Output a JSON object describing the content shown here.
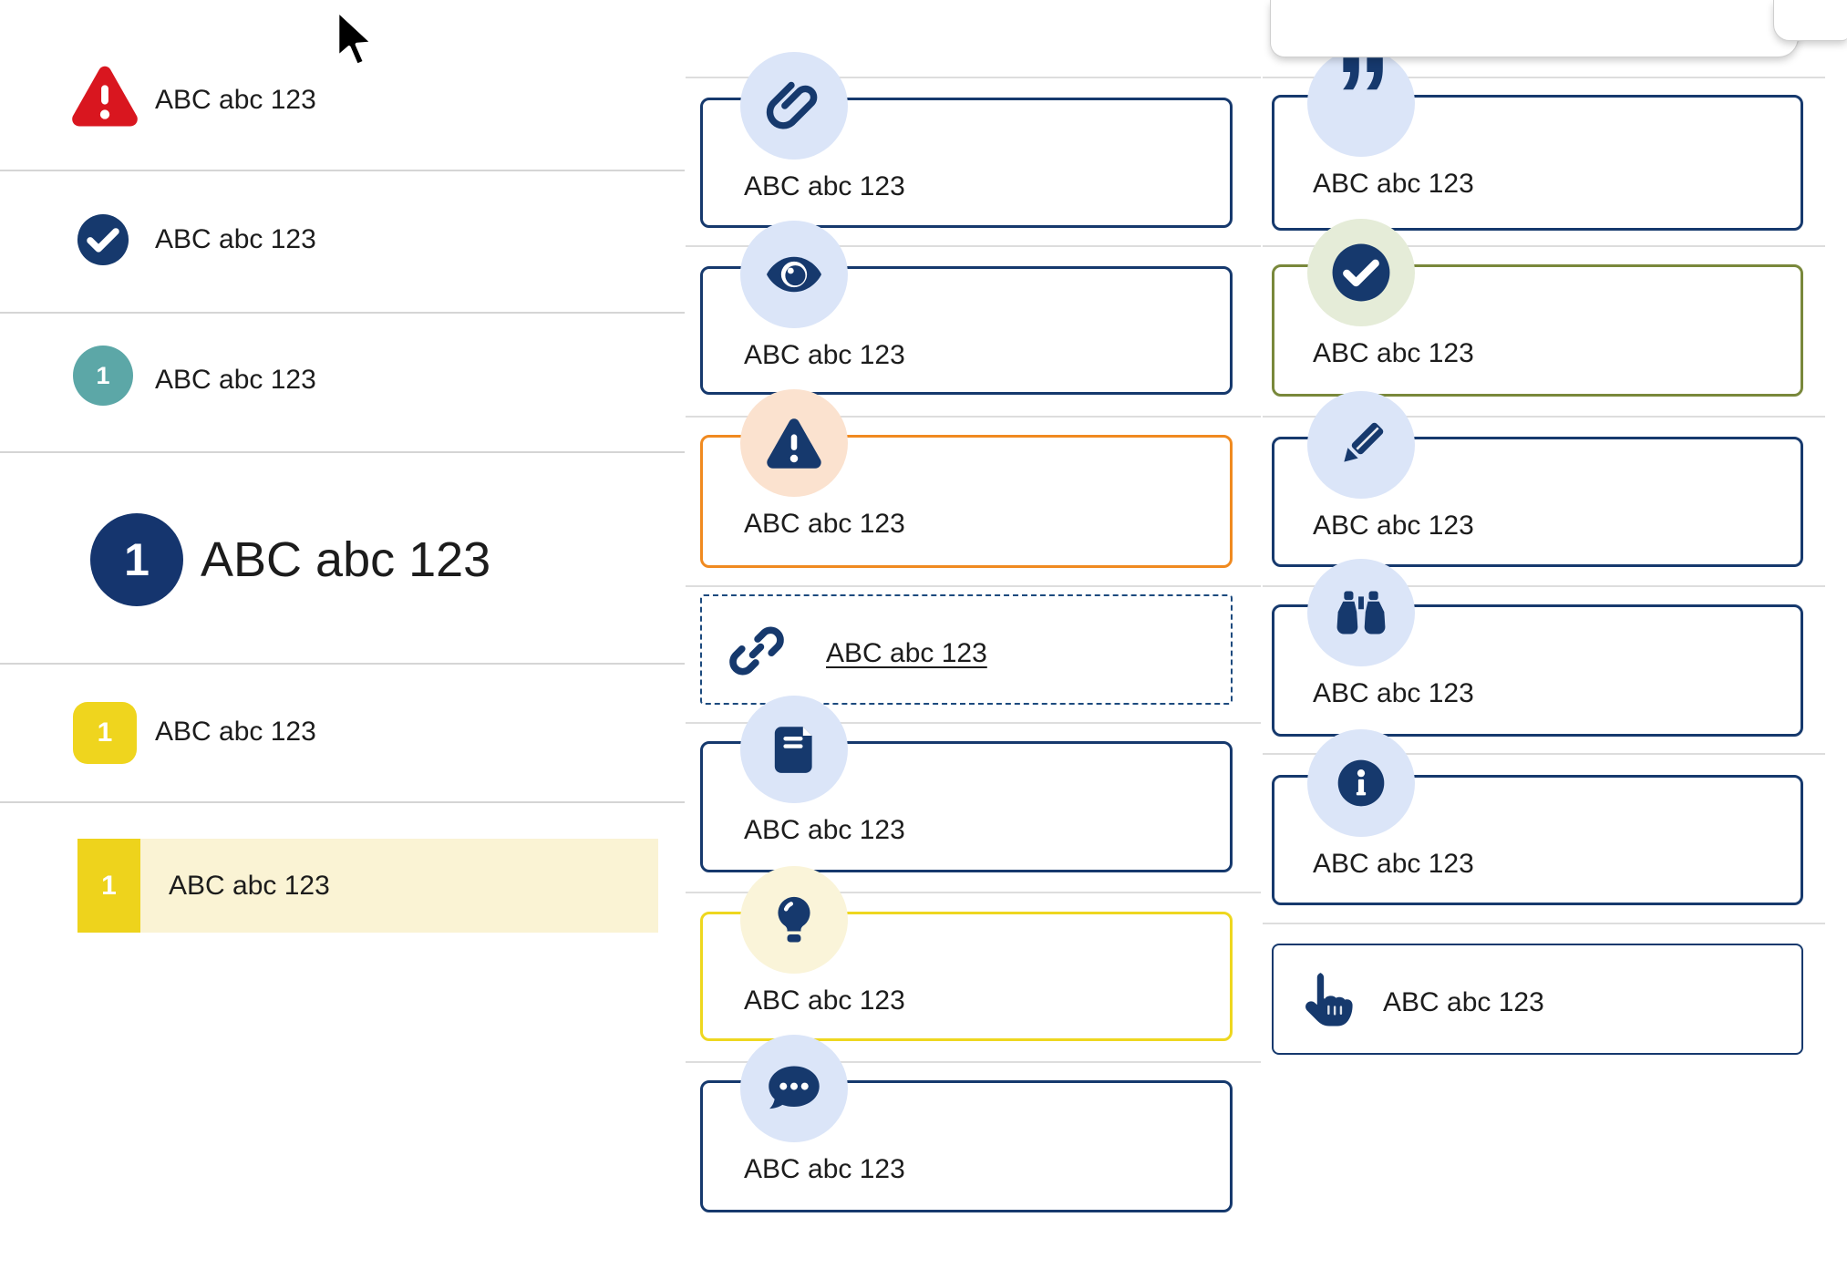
{
  "colors": {
    "navy": "#16396d",
    "red": "#d9161f",
    "teal": "#5ca7a7",
    "yellow_badge": "#efd51e",
    "yellow_border": "#eed71f",
    "orange_border": "#f08a20",
    "olive_border": "#79883b",
    "highlight_band": "#faf3d4",
    "icon_circle_blue": "#dbe5f8",
    "icon_circle_peach": "#fbe2cf",
    "icon_circle_pale_yellow": "#faf4d9",
    "icon_circle_pale_green": "#e5ecd8",
    "divider": "#d5d5d5",
    "text": "#1c1c1c"
  },
  "icons": {
    "quote_glyph": "”"
  },
  "left_list": {
    "items": [
      {
        "icon": "warning-triangle-icon",
        "label": "ABC abc 123"
      },
      {
        "icon": "check-circle-icon",
        "label": "ABC abc 123"
      },
      {
        "icon": "number-badge-teal",
        "badge": "1",
        "label": "ABC abc 123"
      },
      {
        "icon": "number-badge-large-navy",
        "badge": "1",
        "label": "ABC abc 123"
      },
      {
        "icon": "number-badge-yellow",
        "badge": "1",
        "label": "ABC abc 123"
      },
      {
        "icon": "number-badge-yellow-flat",
        "badge": "1",
        "label": "ABC abc 123",
        "highlighted": true
      }
    ]
  },
  "middle_cards": [
    {
      "icon": "paperclip-icon",
      "label": "ABC abc 123",
      "style": "navy"
    },
    {
      "icon": "eye-icon",
      "label": "ABC abc 123",
      "style": "navy"
    },
    {
      "icon": "warning-triangle-icon",
      "label": "ABC abc 123",
      "style": "orange"
    },
    {
      "icon": "link-icon",
      "label": "ABC abc 123",
      "style": "dashed-link"
    },
    {
      "icon": "book-icon",
      "label": "ABC abc 123",
      "style": "navy"
    },
    {
      "icon": "lightbulb-icon",
      "label": "ABC abc 123",
      "style": "yellow"
    },
    {
      "icon": "comment-icon",
      "label": "ABC abc 123",
      "style": "navy"
    }
  ],
  "right_cards": [
    {
      "icon": "quote-icon",
      "label": "ABC abc 123",
      "style": "navy"
    },
    {
      "icon": "check-circle-icon",
      "label": "ABC abc 123",
      "style": "olive"
    },
    {
      "icon": "pencil-icon",
      "label": "ABC abc 123",
      "style": "navy"
    },
    {
      "icon": "binoculars-icon",
      "label": "ABC abc 123",
      "style": "navy"
    },
    {
      "icon": "info-icon",
      "label": "ABC abc 123",
      "style": "navy"
    },
    {
      "icon": "hand-pointer-icon",
      "label": "ABC abc 123",
      "style": "navy-thin"
    }
  ]
}
